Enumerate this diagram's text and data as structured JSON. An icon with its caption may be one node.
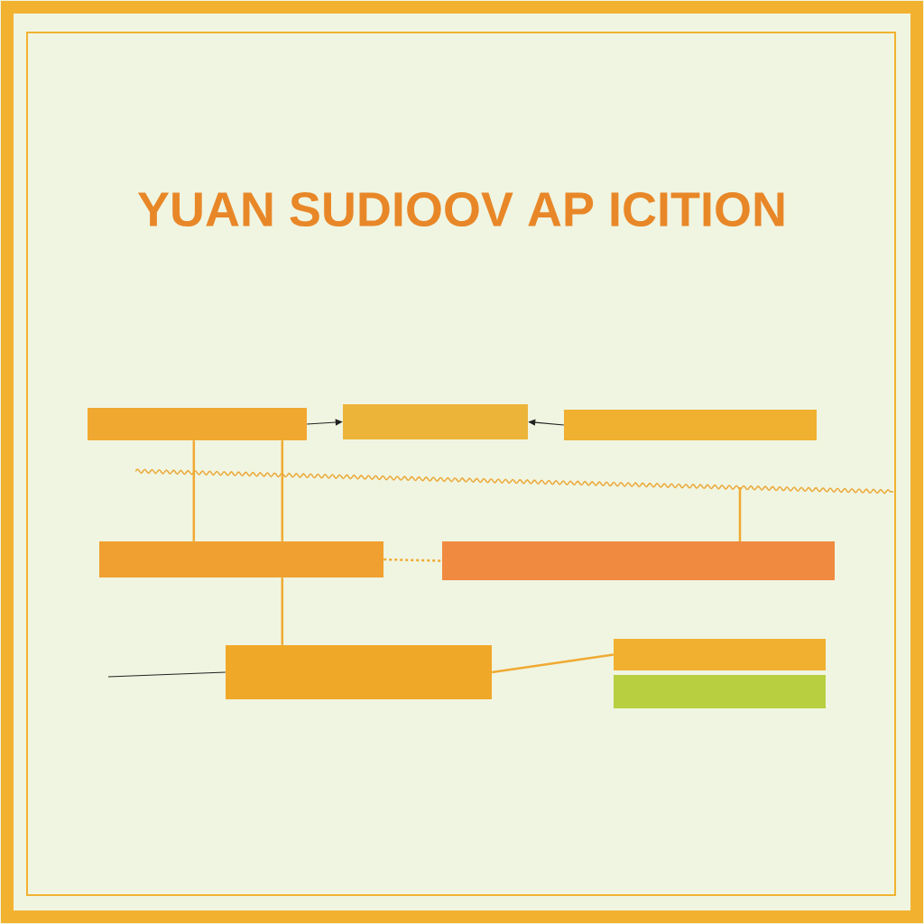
{
  "diagram": {
    "title": "YUAN SUDIOOV AP ICITION",
    "nodes": [
      {
        "text": [],
        "shape": "box"
      },
      {
        "text": [],
        "shape": "box"
      },
      {
        "text": [],
        "shape": "box"
      },
      {
        "text": [],
        "shape": "box"
      },
      {
        "text": [],
        "shape": "box"
      },
      {
        "text": [],
        "shape": "box"
      },
      {
        "text": [],
        "shape": "box"
      },
      {
        "text": [],
        "shape": "box"
      }
    ],
    "edges": [
      {
        "from": 0,
        "to": 3,
        "arrow": "none"
      },
      {
        "from": 0,
        "to": 3,
        "arrow": "none"
      },
      {
        "from": 3,
        "to": 5,
        "arrow": "none"
      },
      {
        "from": 0,
        "to": 1,
        "arrow": "to",
        "color": "#222222"
      },
      {
        "from": 2,
        "to": 1,
        "arrow": "to",
        "color": "#222222"
      },
      {
        "from": 3,
        "to": 4,
        "arrow": "none",
        "style": "dashed"
      },
      {
        "from": 5,
        "to": 6,
        "arrow": "none"
      },
      {
        "from": null,
        "to": 5,
        "arrow": "none",
        "color": "#222222"
      }
    ]
  }
}
